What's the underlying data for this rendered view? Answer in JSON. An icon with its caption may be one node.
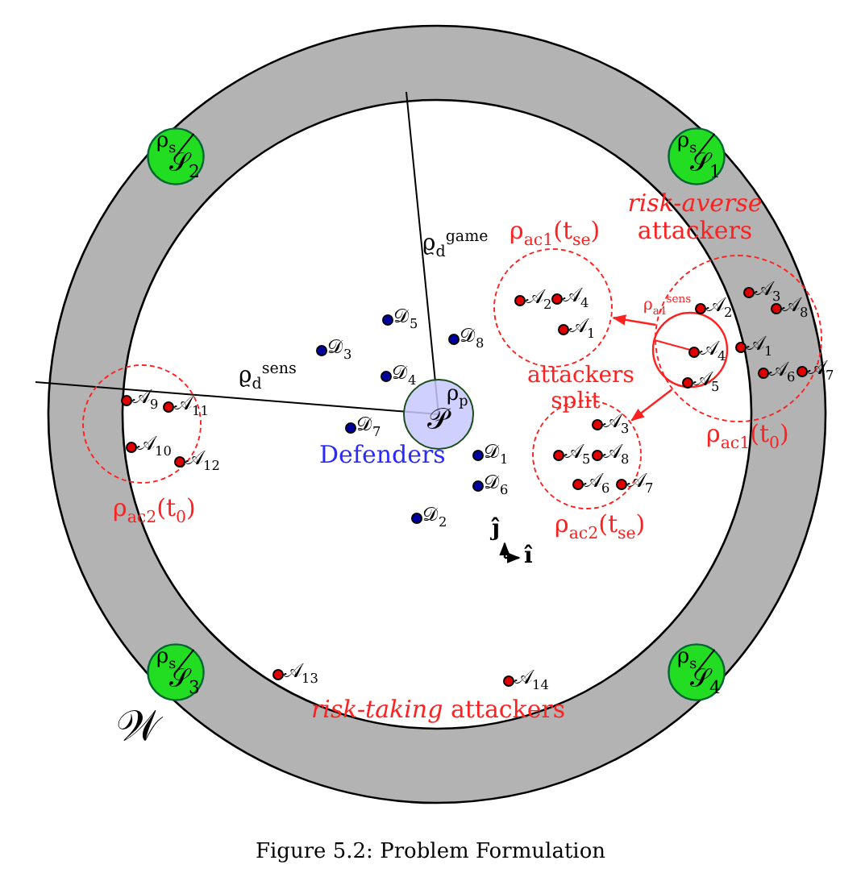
{
  "diagram": {
    "caption": "Figure 5.2: Problem Formulation",
    "nodes": [
      {
        "text": [
          "𝒲"
        ]
      },
      {
        "text": [
          "ρ$_{s}$",
          "𝒮$_{2}$"
        ],
        "in": 0
      },
      {
        "text": [
          "ρ$_{s}$",
          "𝒮$_{1}$"
        ],
        "in": 0
      },
      {
        "text": [
          "ρ$_{s}$",
          "𝒮$_{3}$"
        ],
        "in": 0
      },
      {
        "text": [
          "ρ$_{s}$",
          "𝒮$_{4}$"
        ],
        "in": 0
      },
      {
        "text": [],
        "shape": "circle",
        "beside": [
          "ρ$_{ac1}$(t$_{se}$)"
        ],
        "in": 0
      },
      {
        "text": [
          "𝒜$_{2}$"
        ],
        "in": 5
      },
      {
        "text": [
          "𝒜$_{4}$"
        ],
        "in": 5
      },
      {
        "text": [
          "𝒜$_{1}$"
        ],
        "in": 5
      },
      {
        "text": [],
        "shape": "circle",
        "beside": [
          "ρ$_{ac1}$(t$_{0}$)"
        ],
        "in": 0
      },
      {
        "text": [
          "𝒜$_{2}$"
        ],
        "in": 9
      },
      {
        "text": [
          "𝒜$_{3}$"
        ],
        "in": 9
      },
      {
        "text": [
          "𝒜$_{8}$"
        ],
        "in": 9
      },
      {
        "text": [
          "𝒜$_{4}$"
        ],
        "in": 9
      },
      {
        "text": [
          "𝒜$_{1}$"
        ],
        "in": 9
      },
      {
        "text": [
          "𝒜$_{6}$"
        ],
        "in": 9
      },
      {
        "text": [
          "𝒜$_{7}$"
        ],
        "in": 9
      },
      {
        "text": [
          "𝒜$_{5}$"
        ],
        "in": 9
      },
      {
        "text": [
          "𝒟$_{5}$"
        ],
        "in": 0
      },
      {
        "text": [
          "𝒟$_{8}$"
        ],
        "in": 0
      },
      {
        "text": [
          "𝒟$_{3}$"
        ],
        "in": 0
      },
      {
        "text": [
          "𝒟$_{4}$"
        ],
        "in": 0
      },
      {
        "text": [
          "𝒫",
          "ρ$_{p}$"
        ],
        "in": 0
      },
      {
        "text": [
          "𝒟$_{7}$"
        ],
        "in": 0
      },
      {
        "text": [],
        "shape": "circle",
        "beside": [
          "ρ$_{ac2}$(t$_{0}$)"
        ],
        "in": 0
      },
      {
        "text": [
          "𝒜$_{9}$"
        ],
        "in": 24
      },
      {
        "text": [
          "𝒜$_{11}$"
        ],
        "in": 24
      },
      {
        "text": [
          "𝒜$_{10}$"
        ],
        "in": 24
      },
      {
        "text": [
          "𝒜$_{12}$"
        ],
        "in": 24
      },
      {
        "text": [],
        "shape": "circle",
        "beside": [
          "ρ$_{ac2}$(t$_{se}$)"
        ],
        "in": 0
      },
      {
        "text": [
          "𝒜$_{3}$"
        ],
        "in": 29
      },
      {
        "text": [
          "𝒜$_{5}$"
        ],
        "in": 29
      },
      {
        "text": [
          "𝒜$_{8}$"
        ],
        "in": 29
      },
      {
        "text": [
          "𝒜$_{6}$"
        ],
        "in": 29
      },
      {
        "text": [
          "𝒜$_{7}$"
        ],
        "in": 29
      },
      {
        "text": [
          "𝒟$_{1}$"
        ],
        "in": 0
      },
      {
        "text": [
          "𝒟$_{6}$"
        ],
        "in": 0
      },
      {
        "text": [
          "𝒟$_{2}$"
        ],
        "in": 0
      },
      {
        "text": [
          "𝒜$_{13}$"
        ],
        "in": 0
      },
      {
        "text": [
          "𝒜$_{14}$"
        ],
        "in": 0
      }
    ],
    "edges": [
      {
        "from": 9,
        "to": 5,
        "arrow": "to"
      },
      {
        "from": 9,
        "to": 29,
        "arrow": "to"
      }
    ],
    "labels": [
      "*risk-averse* attackers",
      "ϱ$_{d}$$^{game}$",
      "ϱ$_{d}$$^{sens}$",
      "ρ$_{a4}$$^{sens}$",
      "attackers split",
      "Defenders",
      "ĵ",
      "î",
      "*risk-taking* attackers"
    ]
  }
}
